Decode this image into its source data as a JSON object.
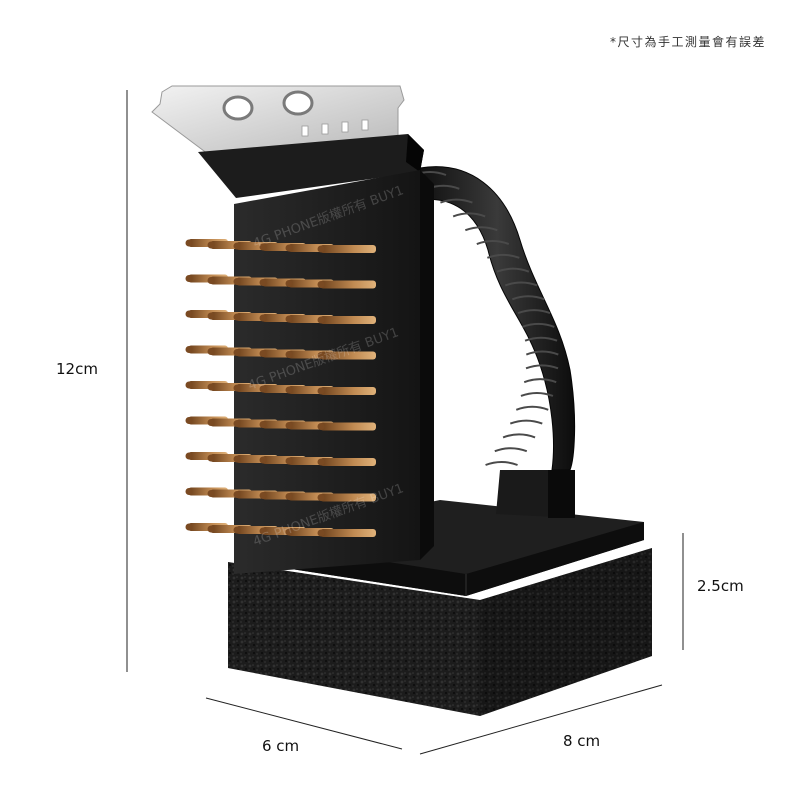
{
  "note": "*尺寸為手工測量會有誤差",
  "dimensions": {
    "height": "12cm",
    "sponge_height": "2.5cm",
    "width": "6 cm",
    "depth": "8 cm"
  },
  "watermark": "4G PHONE版權所有 BUY1",
  "colors": {
    "background": "#ffffff",
    "body": "#1c1c1c",
    "blade": "#d9d9d9",
    "bristle": "#b07a44",
    "sponge": "#2a2a2a"
  }
}
